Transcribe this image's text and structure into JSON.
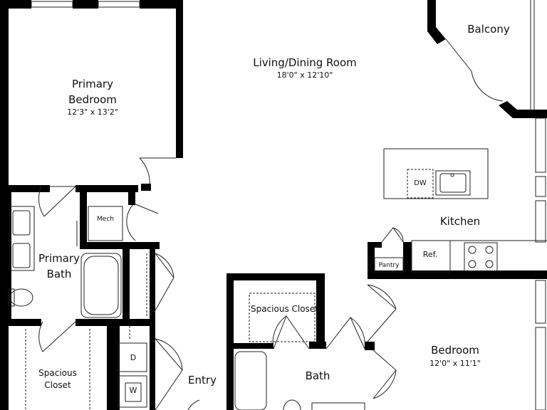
{
  "rooms": {
    "living": {
      "name": "Living/Dining Room",
      "size": "18'0\" x 12'10\""
    },
    "primary_bedroom": {
      "line1": "Primary",
      "line2": "Bedroom",
      "size": "12'3\" x 13'2\""
    },
    "balcony": {
      "name": "Balcony"
    },
    "kitchen": {
      "name": "Kitchen"
    },
    "primary_bath": {
      "line1": "Primary",
      "line2": "Bath"
    },
    "bedroom": {
      "name": "Bedroom",
      "size": "12'0\" x 11'1\""
    },
    "spacious_closet_top": {
      "name": "Spacious Closet"
    },
    "spacious_closet_left": {
      "line1": "Spacious",
      "line2": "Closet"
    },
    "bath": {
      "name": "Bath"
    },
    "entry": {
      "name": "Entry"
    }
  },
  "fixtures": {
    "dishwasher": "DW",
    "refrigerator": "Ref.",
    "pantry": "Pantry",
    "mech": "Mech",
    "dryer": "D",
    "washer": "W"
  }
}
